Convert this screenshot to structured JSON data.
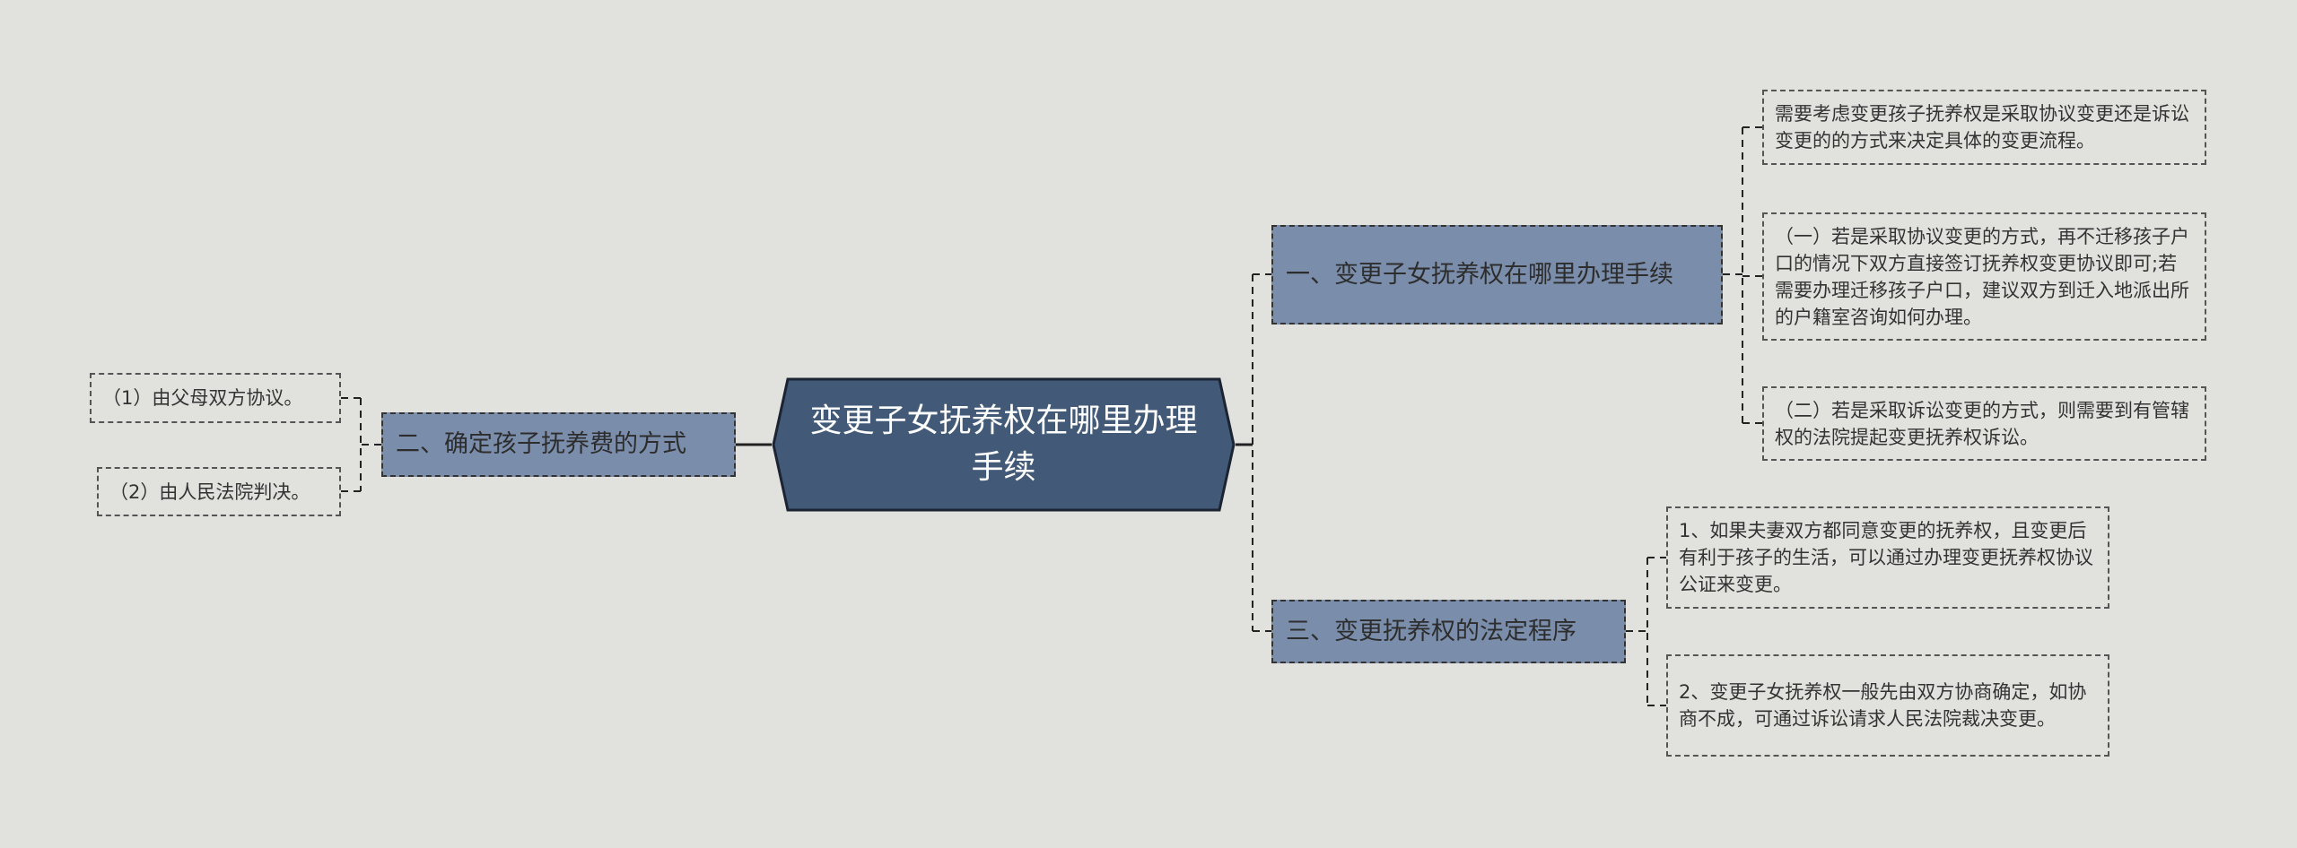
{
  "root": {
    "label": "变更子女抚养权在哪里办理手续"
  },
  "branches": [
    {
      "label": "一、变更子女抚养权在哪里办理手续",
      "children": [
        "需要考虑变更孩子抚养权是采取协议变更还是诉讼变更的的方式来决定具体的变更流程。",
        "（一）若是采取协议变更的方式，再不迁移孩子户口的情况下双方直接签订抚养权变更协议即可;若需要办理迁移孩子户口，建议双方到迁入地派出所的户籍室咨询如何办理。",
        "（二）若是采取诉讼变更的方式，则需要到有管辖权的法院提起变更抚养权诉讼。"
      ]
    },
    {
      "label": "二、确定孩子抚养费的方式",
      "children": [
        "（1）由父母双方协议。",
        "（2）由人民法院判决。"
      ]
    },
    {
      "label": "三、变更抚养权的法定程序",
      "children": [
        "1、如果夫妻双方都同意变更的抚养权，且变更后有利于孩子的生活，可以通过办理变更抚养权协议公证来变更。",
        "2、变更子女抚养权一般先由双方协商确定，如协商不成，可通过诉讼请求人民法院裁决变更。"
      ]
    }
  ],
  "colors": {
    "background": "#e1e2de",
    "root": "#425a78",
    "topic": "#7a8dab"
  }
}
